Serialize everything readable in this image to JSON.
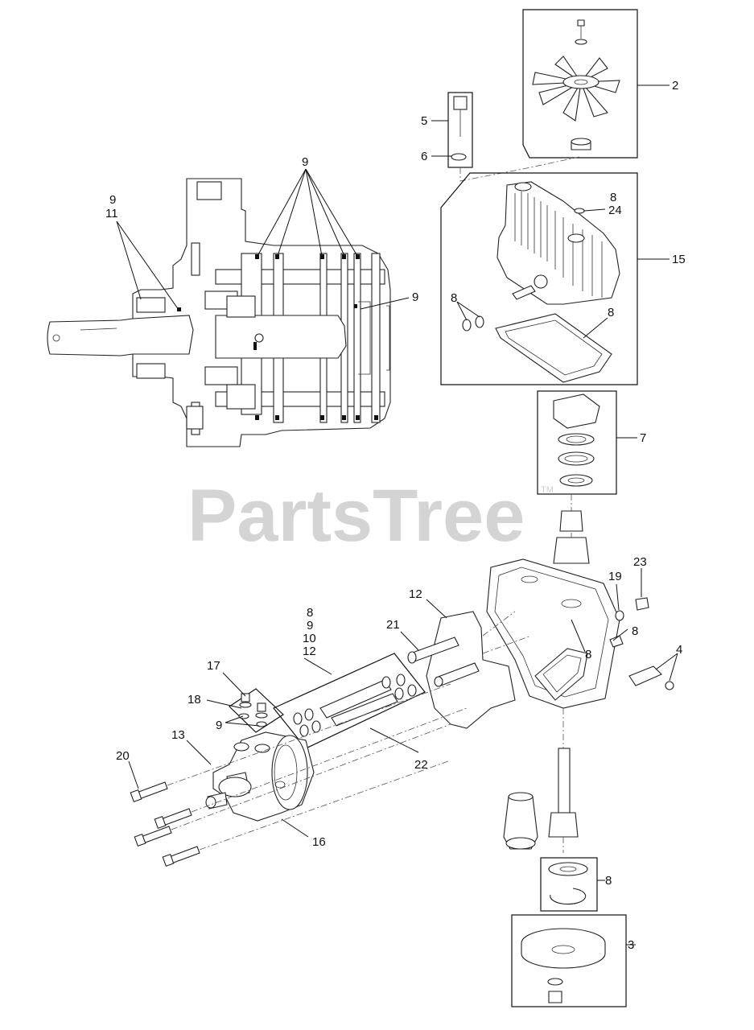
{
  "watermark": {
    "text": "PartsTree",
    "tm": "TM"
  },
  "callouts": {
    "c2": "2",
    "c3": "3",
    "c4": "4",
    "c5": "5",
    "c6": "6",
    "c7": "7",
    "c8_a": "8",
    "c24": "24",
    "c15": "15",
    "c8_b": "8",
    "c8_c": "8",
    "c9_top": "9",
    "c9_left": "9",
    "c11": "11",
    "c9_right": "9",
    "c12_a": "12",
    "c21": "21",
    "c19": "19",
    "c23": "23",
    "c8_d": "8",
    "c8_e": "8",
    "c8_f": "8",
    "c9_f": "9",
    "c10": "10",
    "c12_f": "12",
    "c17": "17",
    "c18": "18",
    "c9_g": "9",
    "c13": "13",
    "c20": "20",
    "c22": "22",
    "c16": "16",
    "c8_g": "8"
  }
}
